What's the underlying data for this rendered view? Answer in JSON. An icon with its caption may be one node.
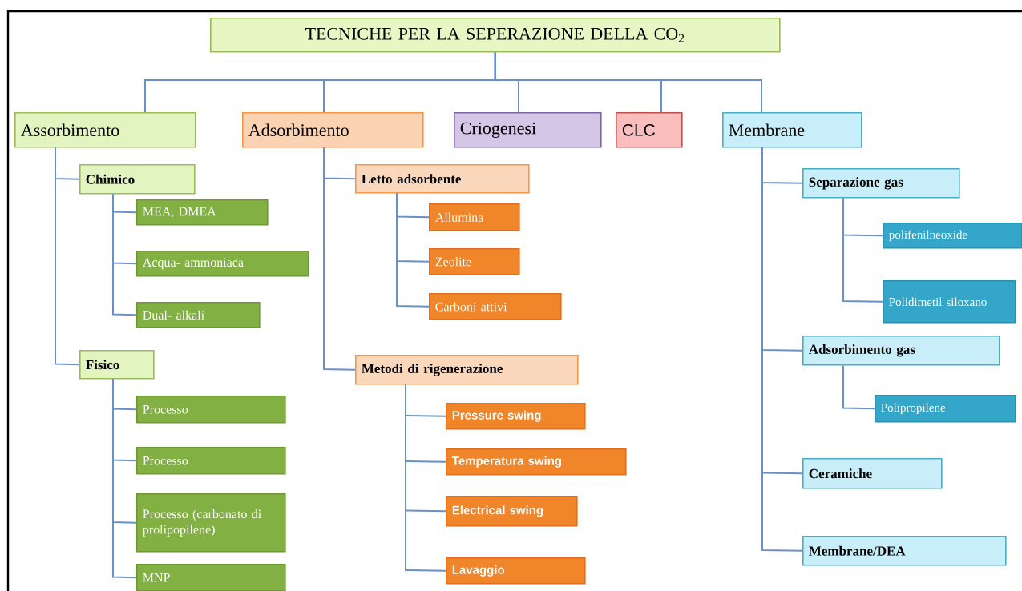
{
  "diagram": {
    "nodes": [
      {
        "text": [
          "TECNICHE PER LA SEPERAZIONE DELLA CO$_{2}$"
        ]
      },
      {
        "text": [
          "Assorbimento"
        ]
      },
      {
        "text": [
          "Adsorbimento"
        ]
      },
      {
        "text": [
          "Criogenesi"
        ]
      },
      {
        "text": [
          "CLC"
        ]
      },
      {
        "text": [
          "Membrane"
        ]
      },
      {
        "text": [
          "Chimico"
        ]
      },
      {
        "text": [
          "MEA, DMEA"
        ]
      },
      {
        "text": [
          "Acqua- ammoniaca"
        ]
      },
      {
        "text": [
          "Dual- alkali"
        ]
      },
      {
        "text": [
          "Fisico"
        ]
      },
      {
        "text": [
          "Processo"
        ]
      },
      {
        "text": [
          "Processo"
        ]
      },
      {
        "text": [
          "Processo (carbonato di prolipopilene)"
        ]
      },
      {
        "text": [
          "MNP"
        ]
      },
      {
        "text": [
          "Letto adsorbente"
        ]
      },
      {
        "text": [
          "Allumina"
        ]
      },
      {
        "text": [
          "Zeolite"
        ]
      },
      {
        "text": [
          "Carboni attivi"
        ]
      },
      {
        "text": [
          "Metodi di rigenerazione"
        ]
      },
      {
        "text": [
          "Pressure swing"
        ]
      },
      {
        "text": [
          "Temperatura swing"
        ]
      },
      {
        "text": [
          "Electrical swing"
        ]
      },
      {
        "text": [
          "Lavaggio"
        ]
      },
      {
        "text": [
          "Separazione gas"
        ]
      },
      {
        "text": [
          "polifenilneoxide"
        ]
      },
      {
        "text": [
          "Polidimetil siloxano"
        ]
      },
      {
        "text": [
          "Adsorbimento gas"
        ]
      },
      {
        "text": [
          "Polipropilene"
        ]
      },
      {
        "text": [
          "Ceramiche"
        ]
      },
      {
        "text": [
          "Membrane/DEA"
        ]
      }
    ],
    "edges": [
      {
        "from": 0,
        "to": 1,
        "arrow": "none"
      },
      {
        "from": 0,
        "to": 2,
        "arrow": "none"
      },
      {
        "from": 0,
        "to": 3,
        "arrow": "none"
      },
      {
        "from": 0,
        "to": 4,
        "arrow": "none"
      },
      {
        "from": 0,
        "to": 5,
        "arrow": "none"
      },
      {
        "from": 1,
        "to": 6,
        "arrow": "none"
      },
      {
        "from": 1,
        "to": 10,
        "arrow": "none"
      },
      {
        "from": 6,
        "to": 7,
        "arrow": "none"
      },
      {
        "from": 6,
        "to": 8,
        "arrow": "none"
      },
      {
        "from": 6,
        "to": 9,
        "arrow": "none"
      },
      {
        "from": 10,
        "to": 11,
        "arrow": "none"
      },
      {
        "from": 10,
        "to": 12,
        "arrow": "none"
      },
      {
        "from": 10,
        "to": 13,
        "arrow": "none"
      },
      {
        "from": 10,
        "to": 14,
        "arrow": "none"
      },
      {
        "from": 2,
        "to": 15,
        "arrow": "none"
      },
      {
        "from": 2,
        "to": 19,
        "arrow": "none"
      },
      {
        "from": 15,
        "to": 16,
        "arrow": "none"
      },
      {
        "from": 15,
        "to": 17,
        "arrow": "none"
      },
      {
        "from": 15,
        "to": 18,
        "arrow": "none"
      },
      {
        "from": 19,
        "to": 20,
        "arrow": "none"
      },
      {
        "from": 19,
        "to": 21,
        "arrow": "none"
      },
      {
        "from": 19,
        "to": 22,
        "arrow": "none"
      },
      {
        "from": 19,
        "to": 23,
        "arrow": "none"
      },
      {
        "from": 5,
        "to": 24,
        "arrow": "none"
      },
      {
        "from": 5,
        "to": 27,
        "arrow": "none"
      },
      {
        "from": 5,
        "to": 29,
        "arrow": "none"
      },
      {
        "from": 5,
        "to": 30,
        "arrow": "none"
      },
      {
        "from": 24,
        "to": 25,
        "arrow": "none"
      },
      {
        "from": 24,
        "to": 26,
        "arrow": "none"
      },
      {
        "from": 27,
        "to": 28,
        "arrow": "none"
      }
    ]
  }
}
